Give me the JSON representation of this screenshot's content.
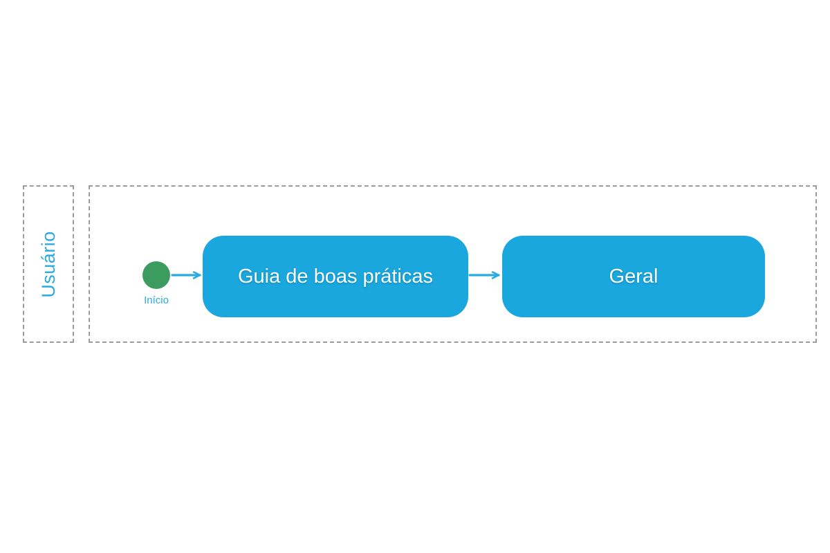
{
  "diagram": {
    "swimlane": {
      "label": "Usuário"
    },
    "start": {
      "label": "Início"
    },
    "nodes": [
      {
        "id": "guia-de-boas-praticas",
        "label": "Guia de boas práticas"
      },
      {
        "id": "geral",
        "label": "Geral"
      }
    ]
  },
  "colors": {
    "accent_blue": "#29ABE2",
    "node_fill": "#19A7DE",
    "start_green": "#3C9C60",
    "lane_border": "#9B9B9B",
    "node_text": "#FFFFFF",
    "background": "#FFFFFF"
  }
}
